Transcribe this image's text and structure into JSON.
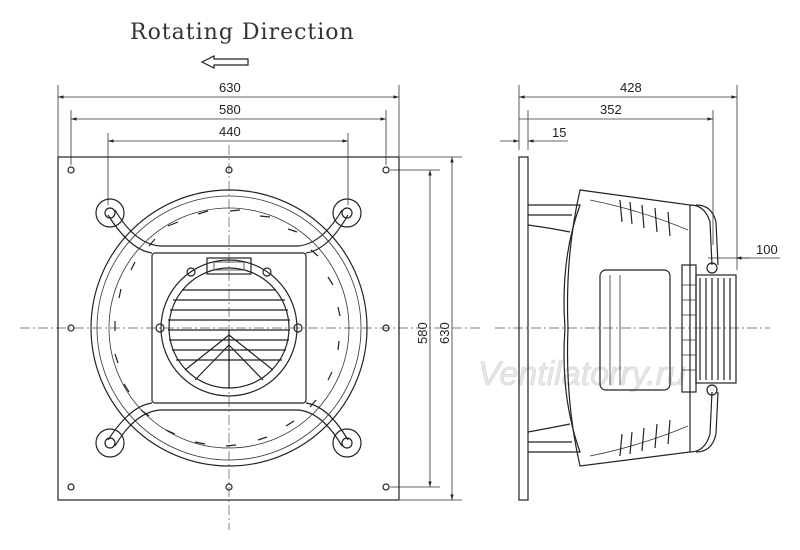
{
  "title": "Rotating Direction",
  "front_view": {
    "dim_630": "630",
    "dim_580": "580",
    "dim_440": "440",
    "dim_580_v": "580",
    "dim_630_v": "630"
  },
  "side_view": {
    "dim_428": "428",
    "dim_352": "352",
    "dim_15": "15",
    "dim_100": "100"
  },
  "watermark": "Ventilatorry.ru"
}
